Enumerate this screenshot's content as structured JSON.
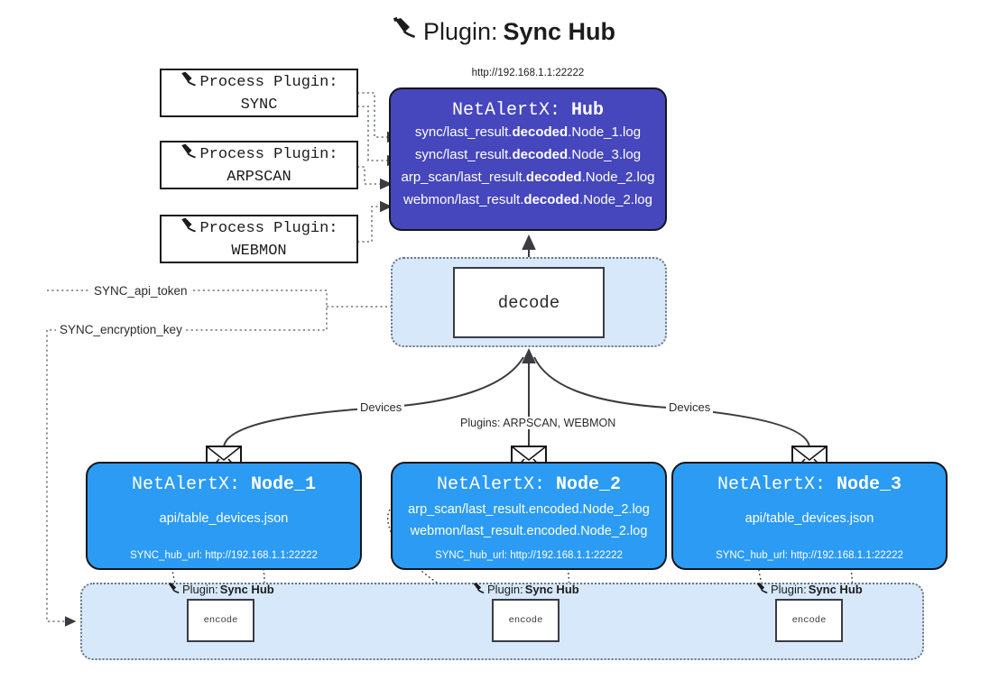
{
  "page": {
    "title_prefix": "Plugin:",
    "title_name": "Sync Hub",
    "title_icon": "plug-icon"
  },
  "process_plugins": [
    {
      "line1": "Process Plugin:",
      "line2": "SYNC",
      "icon": "plug-icon"
    },
    {
      "line1": "Process Plugin:",
      "line2": "ARPSCAN",
      "icon": "plug-icon"
    },
    {
      "line1": "Process Plugin:",
      "line2": "WEBMON",
      "icon": "plug-icon"
    }
  ],
  "hub": {
    "url": "http://192.168.1.1:22222",
    "title_prefix": "NetAlertX:",
    "title_name": "Hub",
    "logs": [
      {
        "pre": "sync/last_result.",
        "mid": "decoded",
        "post": ".Node_1.log"
      },
      {
        "pre": "sync/last_result.",
        "mid": "decoded",
        "post": ".Node_3.log"
      },
      {
        "pre": "arp_scan/last_result.",
        "mid": "decoded",
        "post": ".Node_2.log"
      },
      {
        "pre": "webmon/last_result.",
        "mid": "decoded",
        "post": ".Node_2.log"
      }
    ]
  },
  "decode": {
    "label": "decode"
  },
  "secrets": {
    "api_token": "SYNC_api_token",
    "encryption_key": "SYNC_encryption_key"
  },
  "edge_labels": {
    "devices_left": "Devices",
    "devices_right": "Devices",
    "plugins_center": "Plugins: ARPSCAN, WEBMON"
  },
  "nodes": [
    {
      "title_prefix": "NetAlertX:",
      "title_name": "Node_1",
      "lines": [
        "api/table_devices.json"
      ],
      "footer": "SYNC_hub_url: http://192.168.1.1:22222",
      "icon": "envelope-icon"
    },
    {
      "title_prefix": "NetAlertX:",
      "title_name": "Node_2",
      "lines": [
        "arp_scan/last_result.encoded.Node_2.log",
        "webmon/last_result.encoded.Node_2.log"
      ],
      "footer": "SYNC_hub_url: http://192.168.1.1:22222",
      "icon": "envelope-icon"
    },
    {
      "title_prefix": "NetAlertX:",
      "title_name": "Node_3",
      "lines": [
        "api/table_devices.json"
      ],
      "footer": "SYNC_hub_url: http://192.168.1.1:22222",
      "icon": "envelope-icon"
    }
  ],
  "encoders": [
    {
      "plugin_prefix": "Plugin:",
      "plugin_name": "Sync Hub",
      "label": "encode",
      "icon": "plug-icon"
    },
    {
      "plugin_prefix": "Plugin:",
      "plugin_name": "Sync Hub",
      "label": "encode",
      "icon": "plug-icon"
    },
    {
      "plugin_prefix": "Plugin:",
      "plugin_name": "Sync Hub",
      "label": "encode",
      "icon": "plug-icon"
    }
  ],
  "colors": {
    "hub": "#4646bd",
    "node": "#2b9bf4",
    "container": "#d6e8fa",
    "stroke": "#16161a",
    "dotted": "#6f7680"
  }
}
